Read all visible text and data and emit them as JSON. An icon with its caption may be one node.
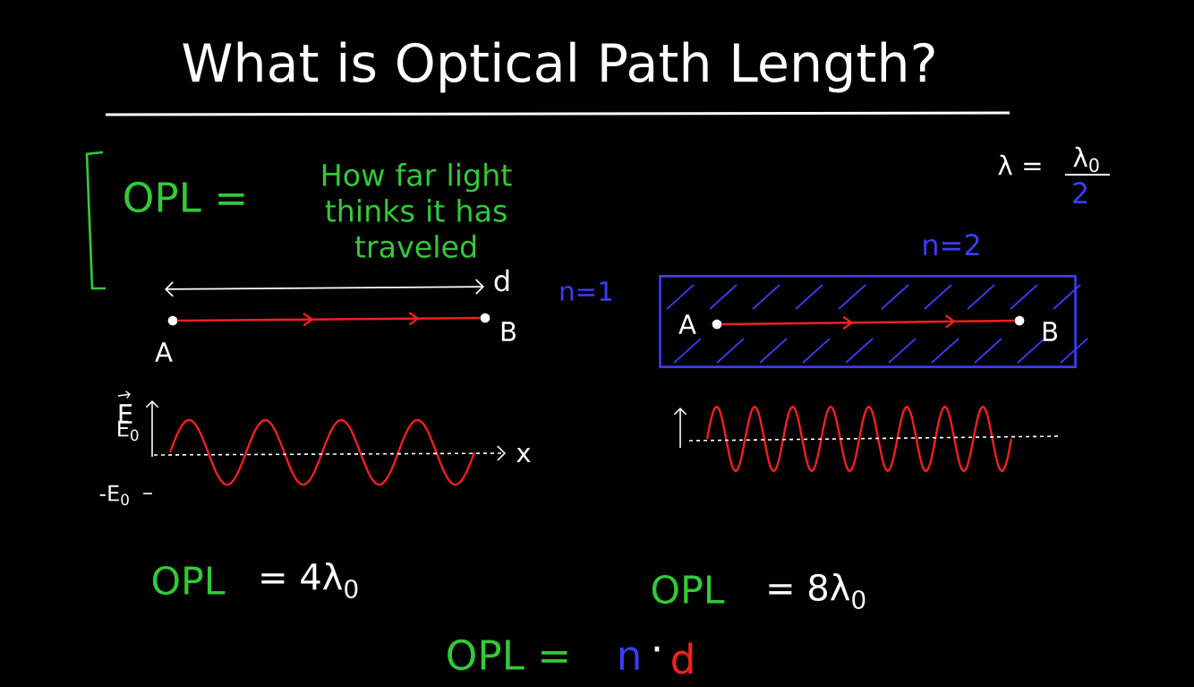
{
  "diagram": {
    "title": "What is Optical Path Length?",
    "nodes": [
      {
        "text": [],
        "shape": "circle",
        "beside": [
          "A"
        ]
      },
      {
        "text": [],
        "shape": "circle",
        "beside": [
          "B"
        ]
      },
      {
        "text": [],
        "shape": "box",
        "beside": [
          "n=2"
        ]
      },
      {
        "text": [],
        "shape": "circle",
        "beside": [
          "A"
        ],
        "in": 2
      },
      {
        "text": [],
        "shape": "circle",
        "beside": [
          "B"
        ],
        "in": 2
      }
    ],
    "edges": [
      {
        "from": 0,
        "to": 1,
        "arrow": "to"
      },
      {
        "from": 3,
        "to": 4,
        "arrow": "to"
      }
    ],
    "labels": [
      "OPL =",
      "How far light thinks it has traveled",
      "λ =",
      "λ$_{0}$",
      "2",
      "d",
      "n=1",
      "E",
      "E$_{0}$",
      "x",
      "-E$_{0}$",
      "OPL",
      "= 4λ$_{0}$",
      "OPL",
      "= 8λ$_{0}$",
      "OPL =",
      "n",
      "·",
      "d"
    ]
  }
}
